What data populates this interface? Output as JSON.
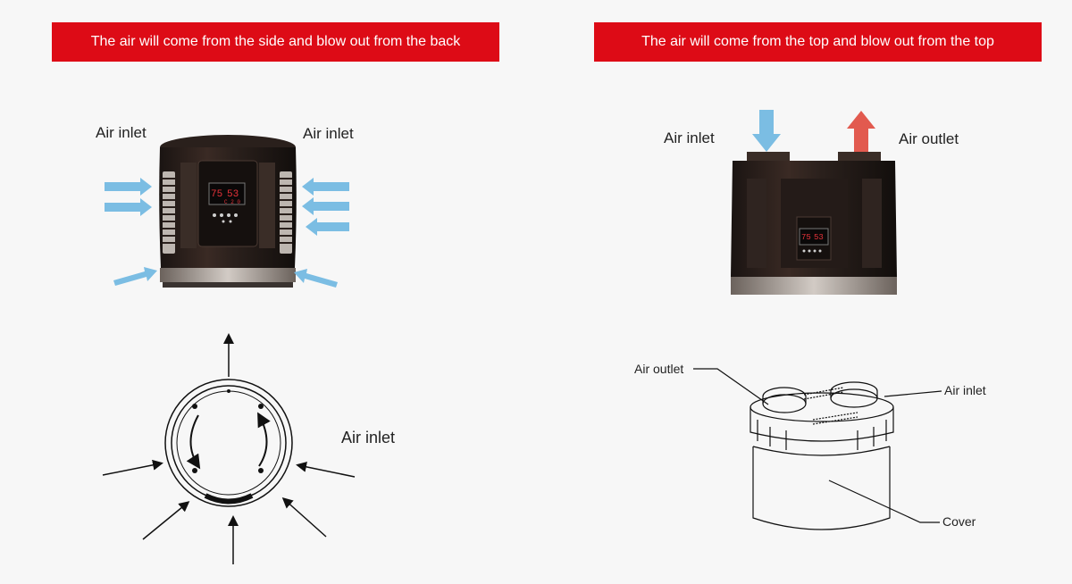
{
  "left_panel": {
    "banner": "The air will come from the side and blow out from the back",
    "top_diagram": {
      "label_left": "Air inlet",
      "label_right": "Air inlet",
      "display": {
        "top_left": "75",
        "top_right": "53",
        "bottom": "C 2 0"
      }
    },
    "bottom_diagram": {
      "label": "Air inlet"
    }
  },
  "right_panel": {
    "banner": "The air will come from the top and blow out from the top",
    "top_diagram": {
      "label_inlet": "Air inlet",
      "label_outlet": "Air outlet",
      "display": {
        "top_left": "75",
        "top_right": "53"
      }
    },
    "bottom_diagram": {
      "label_outlet": "Air outlet",
      "label_inlet": "Air inlet",
      "label_cover": "Cover"
    }
  },
  "colors": {
    "banner_bg": "#dd0b16",
    "inlet_arrow": "#7bbde3",
    "outlet_arrow": "#e25a4f",
    "display_digits": "#e8333a"
  }
}
